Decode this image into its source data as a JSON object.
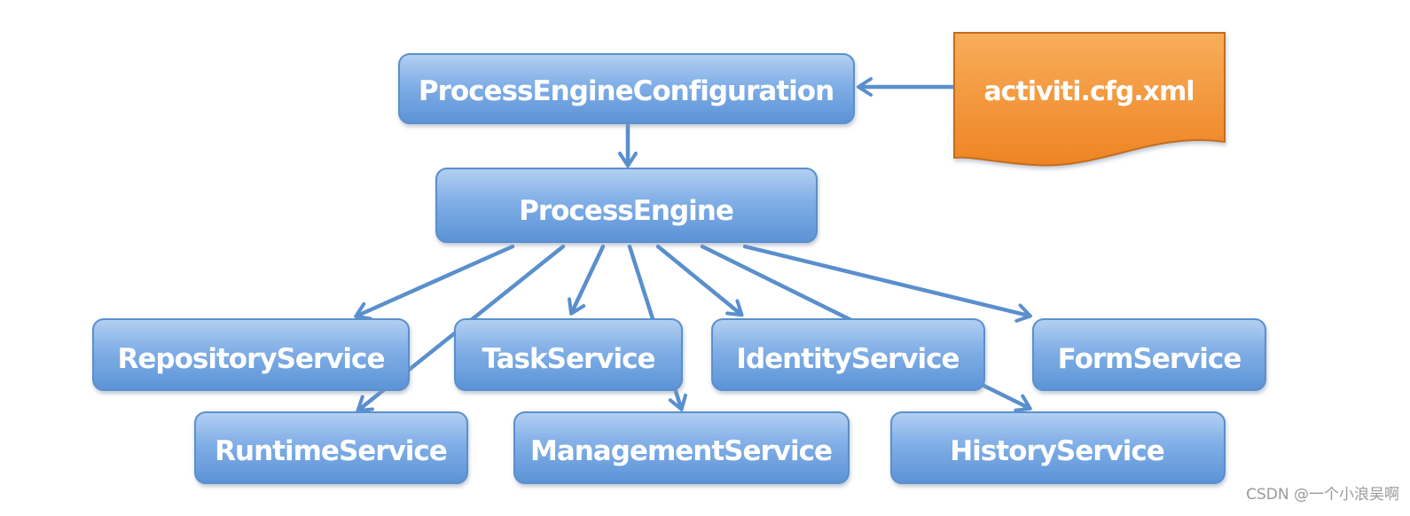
{
  "nodes": {
    "process_engine_configuration": "ProcessEngineConfiguration",
    "process_engine": "ProcessEngine",
    "activiti_cfg": "activiti.cfg.xml",
    "repository_service": "RepositoryService",
    "task_service": "TaskService",
    "identity_service": "IdentityService",
    "form_service": "FormService",
    "runtime_service": "RuntimeService",
    "management_service": "ManagementService",
    "history_service": "HistoryService"
  },
  "watermark": "CSDN @一个小浪吴啊",
  "colors": {
    "node_fill_top": "#a9c8ee",
    "node_fill_bottom": "#5b93d6",
    "node_border": "#5b8fcc",
    "doc_fill_top": "#f7a64e",
    "doc_fill_bottom": "#ee8726",
    "doc_border": "#c46d1c",
    "arrow": "#5a8fcd"
  }
}
